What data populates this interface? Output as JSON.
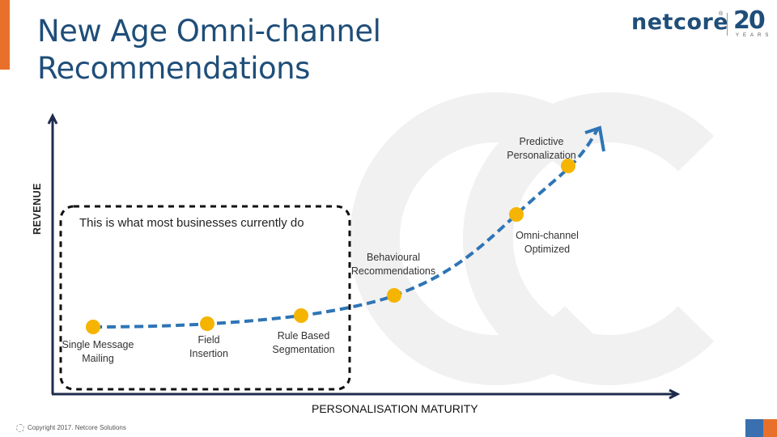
{
  "slide": {
    "title_line1": "New Age Omni-channel",
    "title_line2": "Recommendations",
    "brand": {
      "logo_text": "netcore",
      "reg_mark": "®",
      "anniversary": "20",
      "years": "YEARS"
    },
    "colors": {
      "title": "#1f4e79",
      "accent_orange": "#e8702a",
      "curve": "#2e75b6",
      "node": "#f5b400",
      "axis": "#1f2b4d"
    },
    "footer": {
      "copyright": "Copyright 2017. Netcore Solutions"
    }
  },
  "diagram": {
    "y_axis_label": "REVENUE",
    "x_axis_label": "PERSONALISATION MATURITY",
    "box_note": "This is what most businesses currently do",
    "stages": [
      {
        "line1": "Single Message",
        "line2": "Mailing"
      },
      {
        "line1": "Field",
        "line2": "Insertion"
      },
      {
        "line1": "Rule Based",
        "line2": "Segmentation"
      },
      {
        "line1": "Behavioural",
        "line2": "Recommendations"
      },
      {
        "line1": "Omni-channel",
        "line2": "Optimized"
      },
      {
        "line1": "Predictive",
        "line2": "Personalization"
      }
    ]
  }
}
